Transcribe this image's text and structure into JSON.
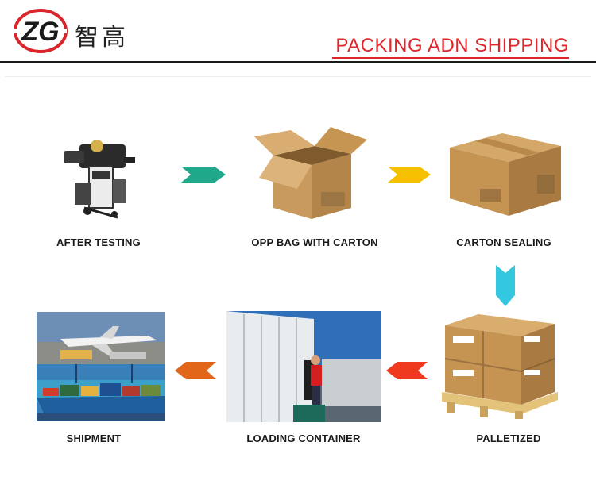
{
  "header": {
    "logo_letters": "ZG",
    "logo_chinese": "智高",
    "title": "PACKING ADN SHIPPING"
  },
  "steps": [
    {
      "label": "AFTER TESTING",
      "icon": "machine-image"
    },
    {
      "label": "OPP BAG WITH CARTON",
      "icon": "open-carton-image"
    },
    {
      "label": "CARTON SEALING",
      "icon": "sealed-carton-image"
    },
    {
      "label": "PALLETIZED",
      "icon": "pallet-cartons-image"
    },
    {
      "label": "LOADING CONTAINER",
      "icon": "container-loading-photo"
    },
    {
      "label": "SHIPMENT",
      "icon": "ship-and-plane-photo"
    }
  ],
  "arrows": [
    {
      "from": "AFTER TESTING",
      "to": "OPP BAG WITH CARTON",
      "direction": "right",
      "color": "#1fa98a"
    },
    {
      "from": "OPP BAG WITH CARTON",
      "to": "CARTON SEALING",
      "direction": "right",
      "color": "#f5c000"
    },
    {
      "from": "CARTON SEALING",
      "to": "PALLETIZED",
      "direction": "down",
      "color": "#33c7e0"
    },
    {
      "from": "PALLETIZED",
      "to": "LOADING CONTAINER",
      "direction": "left",
      "color": "#ef3a20"
    },
    {
      "from": "LOADING CONTAINER",
      "to": "SHIPMENT",
      "direction": "left",
      "color": "#e2661a"
    }
  ],
  "colors": {
    "title_red": "#e0262b",
    "cardboard": "#c99a5e",
    "cardboard_dark": "#a97b42"
  }
}
